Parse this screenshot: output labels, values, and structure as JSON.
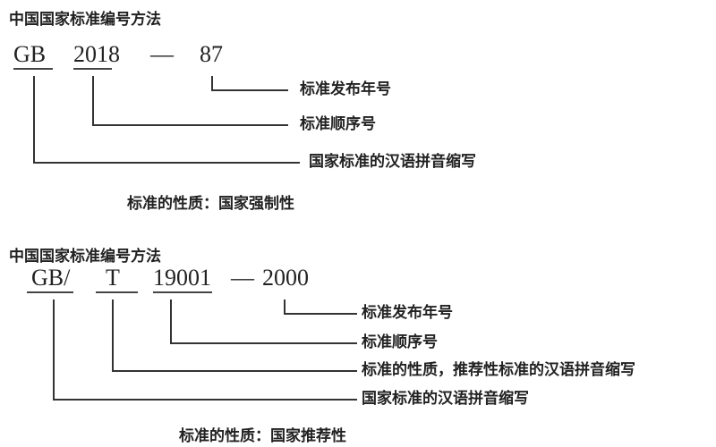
{
  "section1": {
    "title": "中国国家标准编号方法",
    "codes": [
      "GB",
      "2018",
      "—",
      "87"
    ],
    "labels": [
      "标准发布年号",
      "标准顺序号",
      "国家标准的汉语拼音缩写"
    ],
    "nature": "标准的性质：国家强制性"
  },
  "section2": {
    "title": "中国国家标准编号方法",
    "codes": [
      "GB/",
      "T",
      "19001",
      "—",
      "2000"
    ],
    "labels": [
      "标准发布年号",
      "标准顺序号",
      "标准的性质，推荐性标准的汉语拼音缩写",
      "国家标准的汉语拼音缩写"
    ],
    "nature": "标准的性质：国家推荐性"
  }
}
